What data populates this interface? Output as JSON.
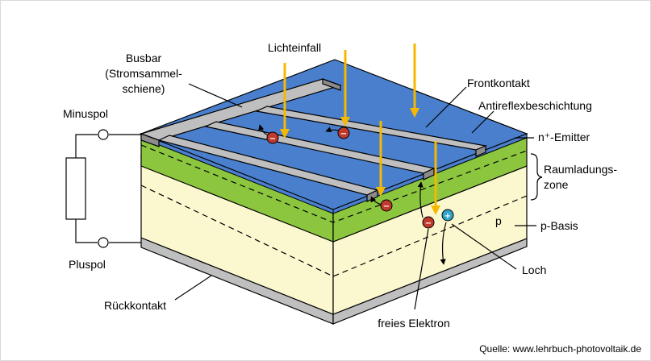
{
  "labels": {
    "lichteinfall": "Lichteinfall",
    "busbar_1": "Busbar",
    "busbar_2": "(Stromsammel-",
    "busbar_3": "schiene)",
    "frontkontakt": "Frontkontakt",
    "antireflex": "Antireflexbeschichtung",
    "emitter": "n⁺-Emitter",
    "raumladung_1": "Raumladungs-",
    "raumladung_2": "zone",
    "p_inner": "p",
    "p_basis": "p-Basis",
    "minuspol": "Minuspol",
    "pluspol": "Pluspol",
    "rueckkontakt": "Rückkontakt",
    "freies_elektron": "freies Elektron",
    "loch": "Loch",
    "quelle": "Quelle: www.lehrbuch-photovoltaik.de"
  },
  "symbols": {
    "electron_sign": "−",
    "hole_sign": "+"
  },
  "colors": {
    "antireflex_blue": "#4a7fcd",
    "emitter_green": "#8cc63f",
    "base_cream": "#fbf8cf",
    "contact_gray": "#bfbfbf",
    "light_ray": "#f5b800",
    "electron_red": "#c0392b",
    "hole_blue": "#2fa4c8"
  }
}
